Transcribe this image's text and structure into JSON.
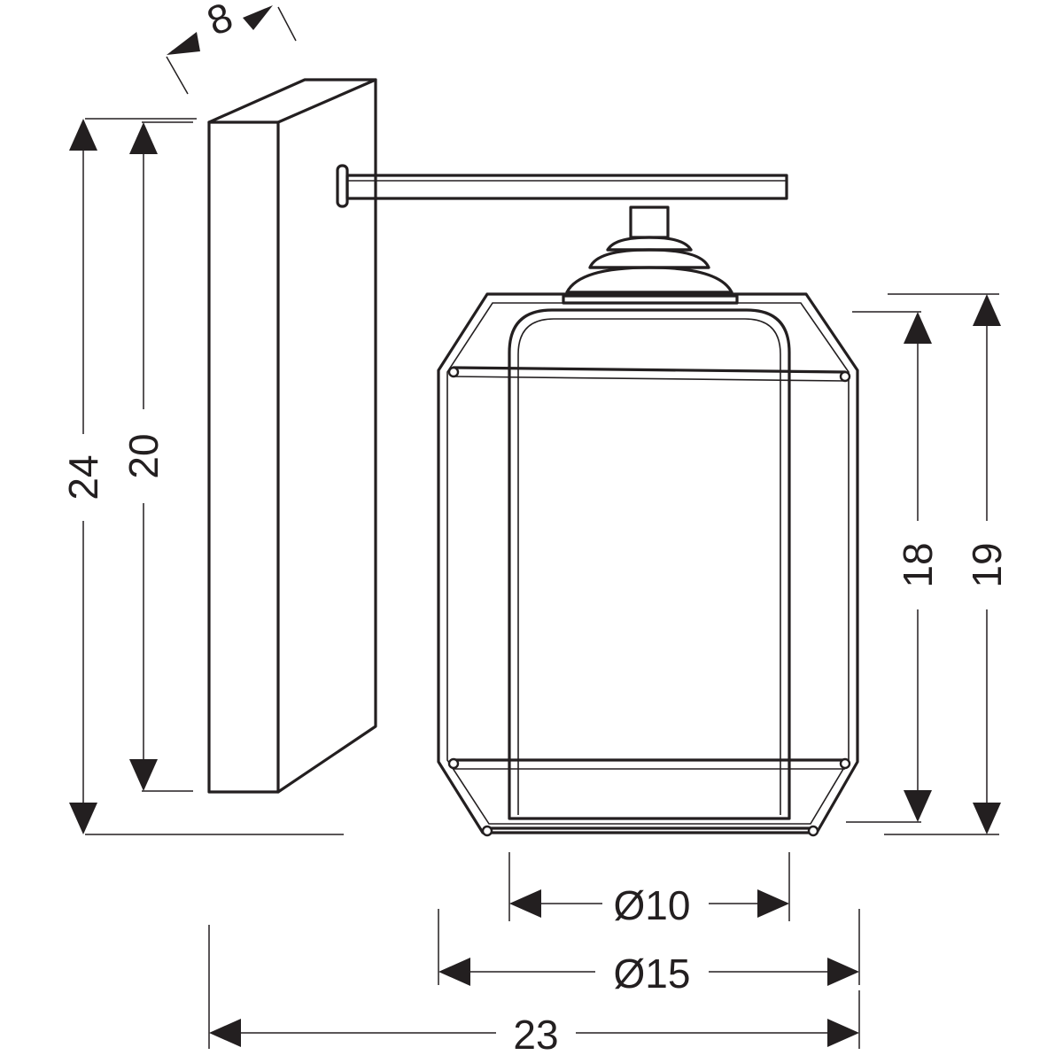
{
  "dimensions": {
    "backplate_depth": "8",
    "total_height": "24",
    "backplate_height": "20",
    "inner_shade_height": "18",
    "outer_cage_height": "19",
    "inner_shade_diameter": "Ø10",
    "outer_cage_diameter": "Ø15",
    "total_projection": "23"
  }
}
